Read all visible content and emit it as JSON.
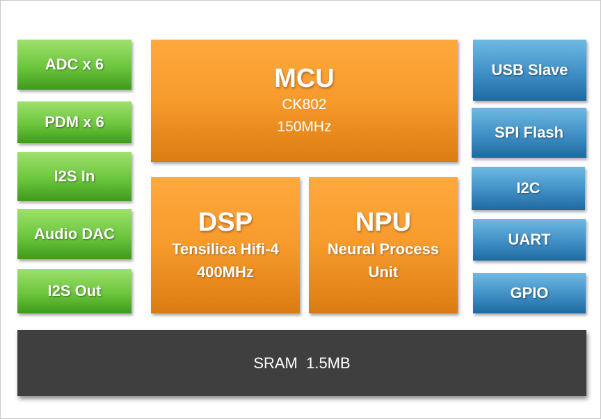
{
  "left_column": [
    {
      "label": "ADC x 6"
    },
    {
      "label": "PDM x 6"
    },
    {
      "label": "I2S In"
    },
    {
      "label": "Audio DAC"
    },
    {
      "label": "I2S Out"
    }
  ],
  "mcu": {
    "title": "MCU",
    "line1": "CK802",
    "line2": "150MHz"
  },
  "dsp": {
    "title": "DSP",
    "line1": "Tensilica Hifi-4",
    "line2": "400MHz"
  },
  "npu": {
    "title": "NPU",
    "line1": "Neural Process",
    "line2": "Unit"
  },
  "right_column": [
    {
      "label": "USB Slave"
    },
    {
      "label": "SPI Flash"
    },
    {
      "label": "I2C"
    },
    {
      "label": "UART"
    },
    {
      "label": "GPIO"
    }
  ],
  "memory": {
    "label": "SRAM  1.5MB"
  },
  "colors": {
    "peripheral_in": "#6cc63c",
    "core": "#f79a2c",
    "peripheral_out": "#3f8fc6",
    "memory": "#3f3f3f"
  }
}
